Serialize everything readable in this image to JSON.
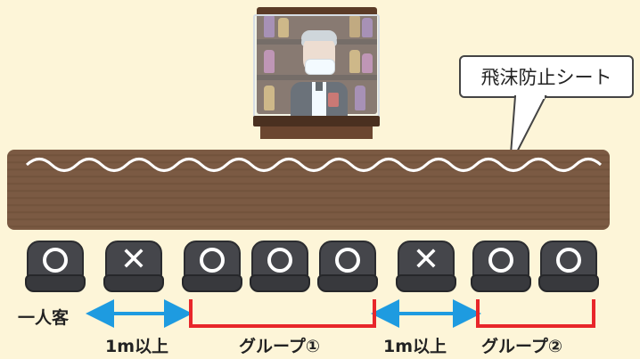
{
  "bubble_text": "飛沫防止シート",
  "seats": [
    {
      "mark": "circle"
    },
    {
      "mark": "cross",
      "symbol": "✕"
    },
    {
      "mark": "circle"
    },
    {
      "mark": "circle"
    },
    {
      "mark": "circle"
    },
    {
      "mark": "cross",
      "symbol": "✕"
    },
    {
      "mark": "circle"
    },
    {
      "mark": "circle"
    }
  ],
  "labels": {
    "single": "一人客",
    "distance_1": "1m以上",
    "group_1": "グループ①",
    "distance_2": "1m以上",
    "group_2": "グループ②"
  },
  "colors": {
    "background": "#fdf5d8",
    "arrow_blue": "#1e9be0",
    "bracket_red": "#e8262a",
    "table_wood": "#7b5a43",
    "seat": "#45464b"
  }
}
